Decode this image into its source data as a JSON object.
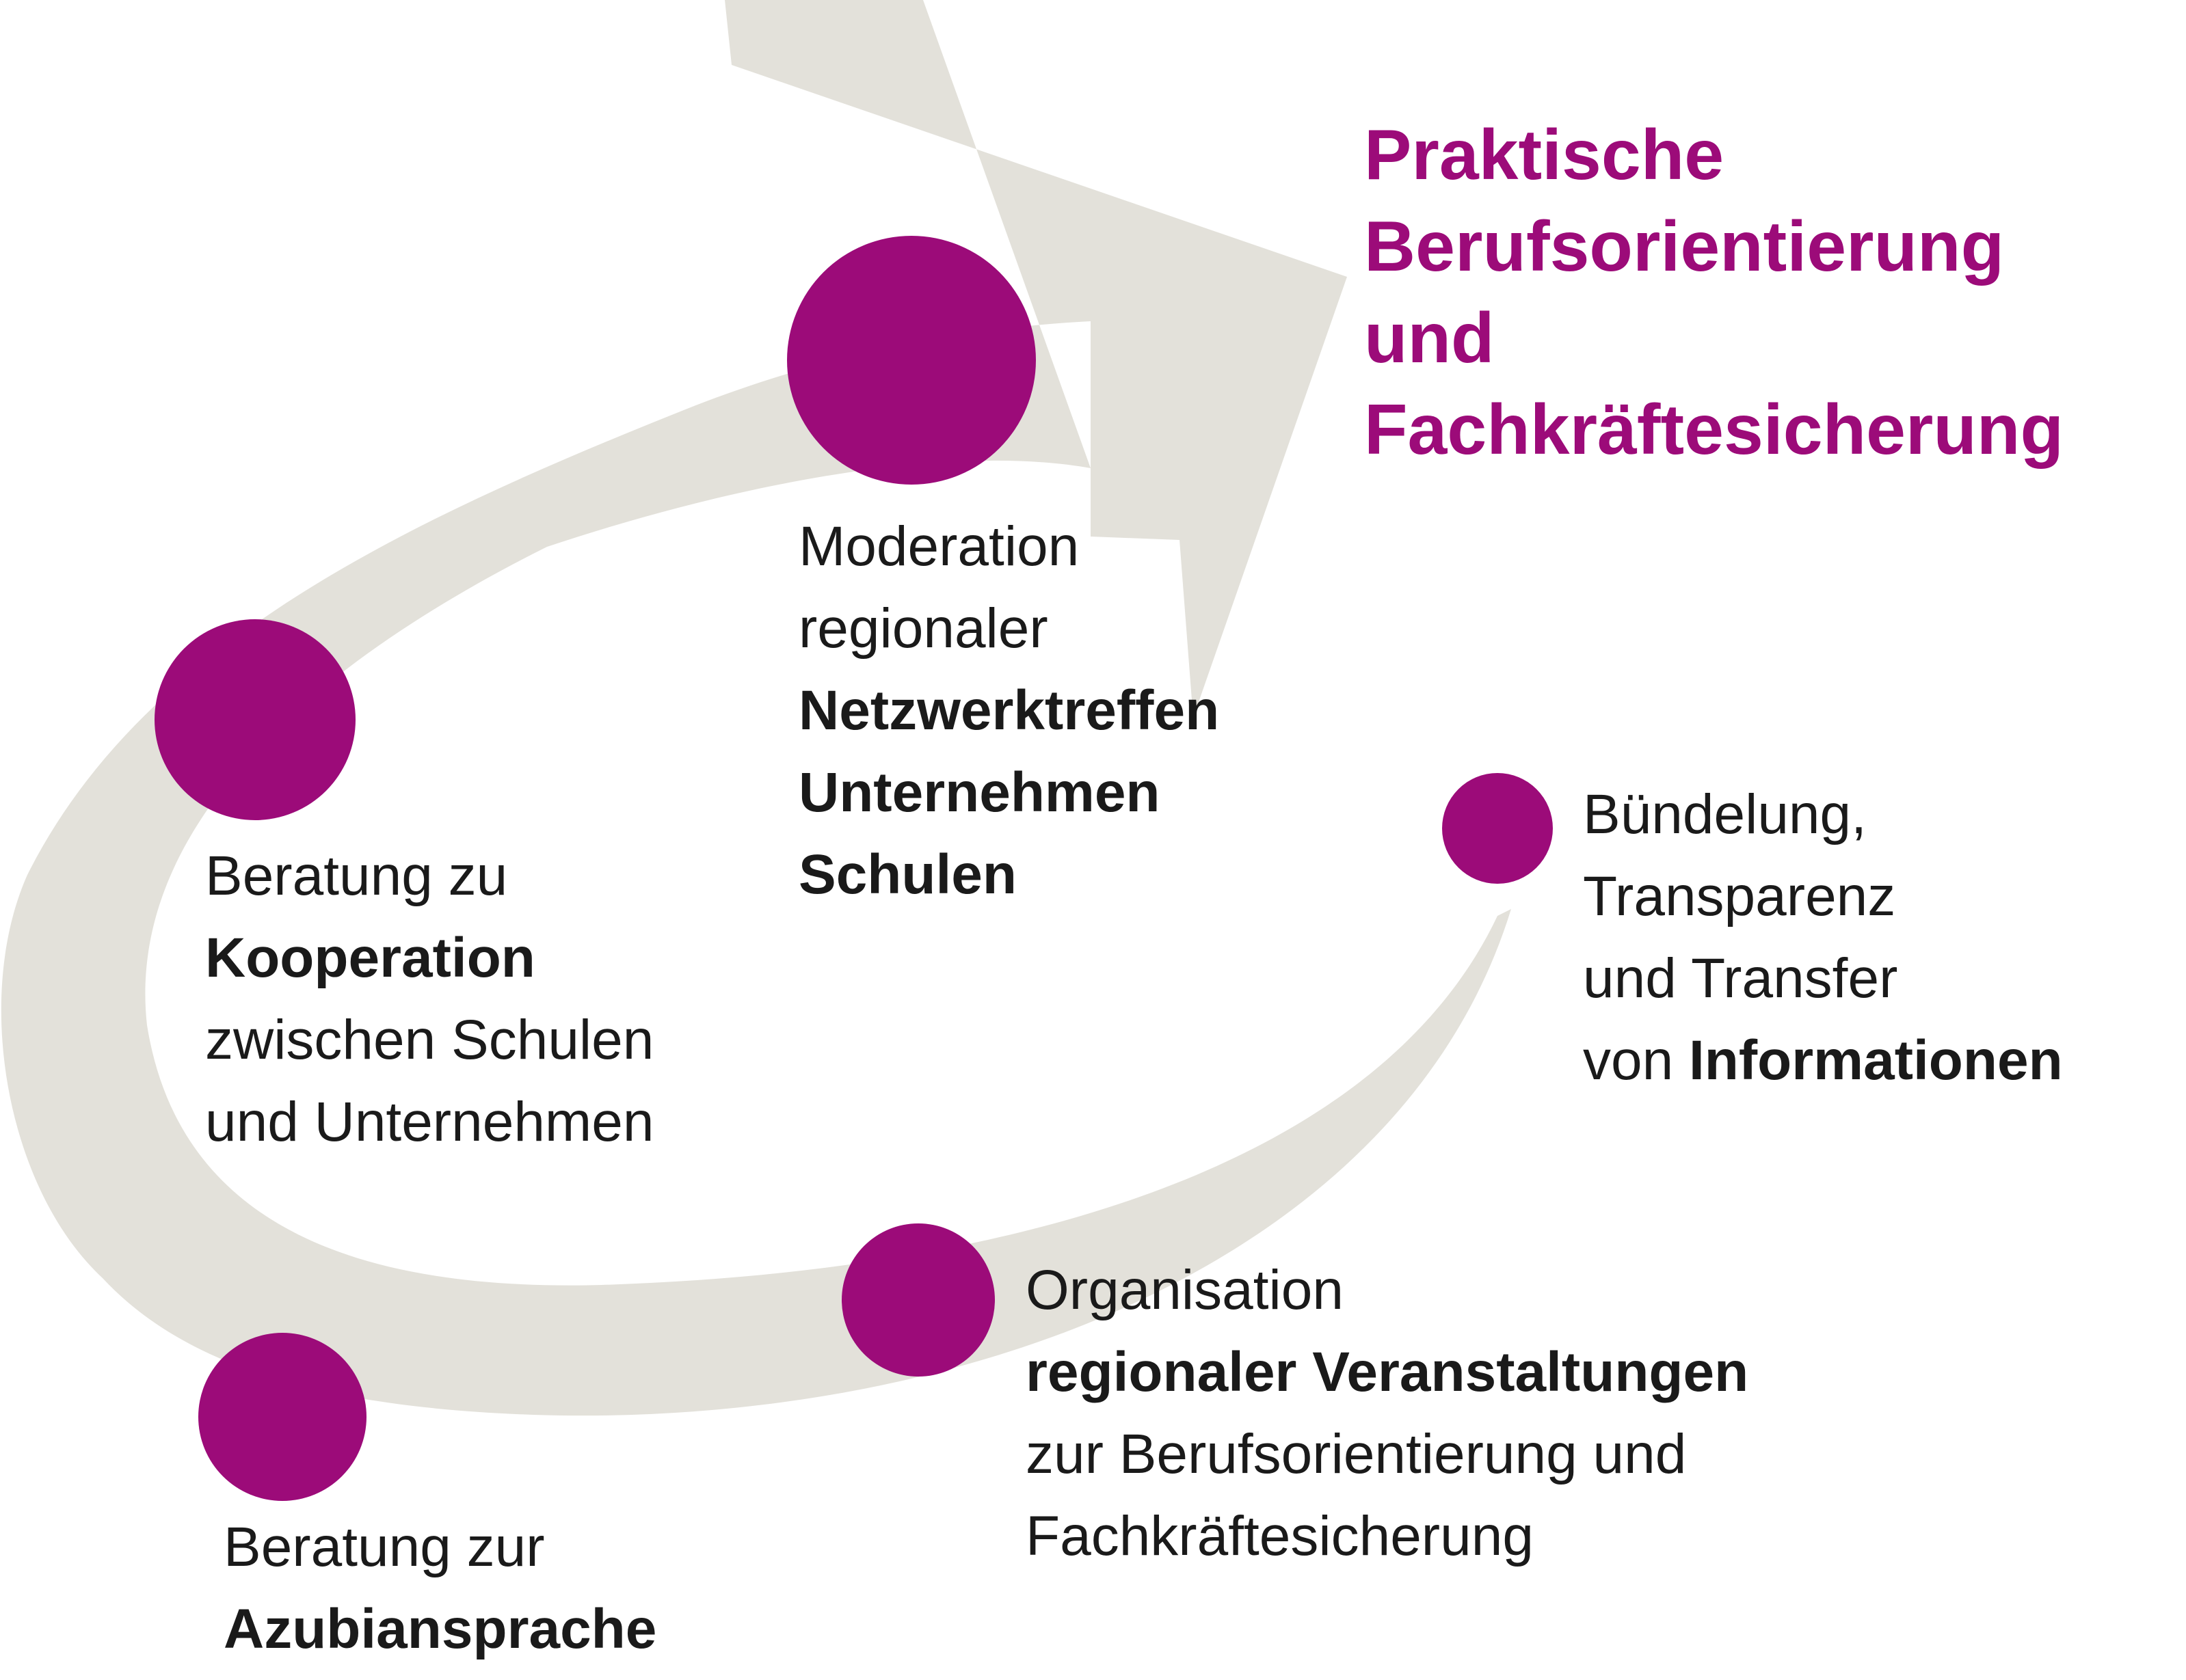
{
  "colors": {
    "arrow": "#e3e1da",
    "node": "#9c0b79",
    "goal_text": "#9c0b79",
    "body_text": "#1a1a1a"
  },
  "goal": {
    "lines": [
      "Praktische",
      "Berufsorientierung",
      "und",
      "Fachkräftesicherung"
    ]
  },
  "nodes": {
    "azubiansprache": {
      "line1": "Beratung zur",
      "line2": "Azubiansprache"
    },
    "kooperation": {
      "line1": "Beratung zu",
      "line2": "Kooperation",
      "line3": "zwischen Schulen",
      "line4": "und Unternehmen"
    },
    "netzwerktreffen": {
      "line1": "Moderation",
      "line2": "regionaler",
      "line3": "Netzwerktreffen",
      "line4": "Unternehmen",
      "line5": "Schulen"
    },
    "veranstaltungen": {
      "line1": "Organisation",
      "line2": "regionaler Veranstaltungen",
      "line3": "zur Berufsorientierung und",
      "line4": "Fachkräftesicherung"
    },
    "informationen": {
      "line1": "Bündelung,",
      "line2": "Transparenz",
      "line3": "und Transfer",
      "line4a": "von ",
      "line4b": "Informationen"
    }
  }
}
